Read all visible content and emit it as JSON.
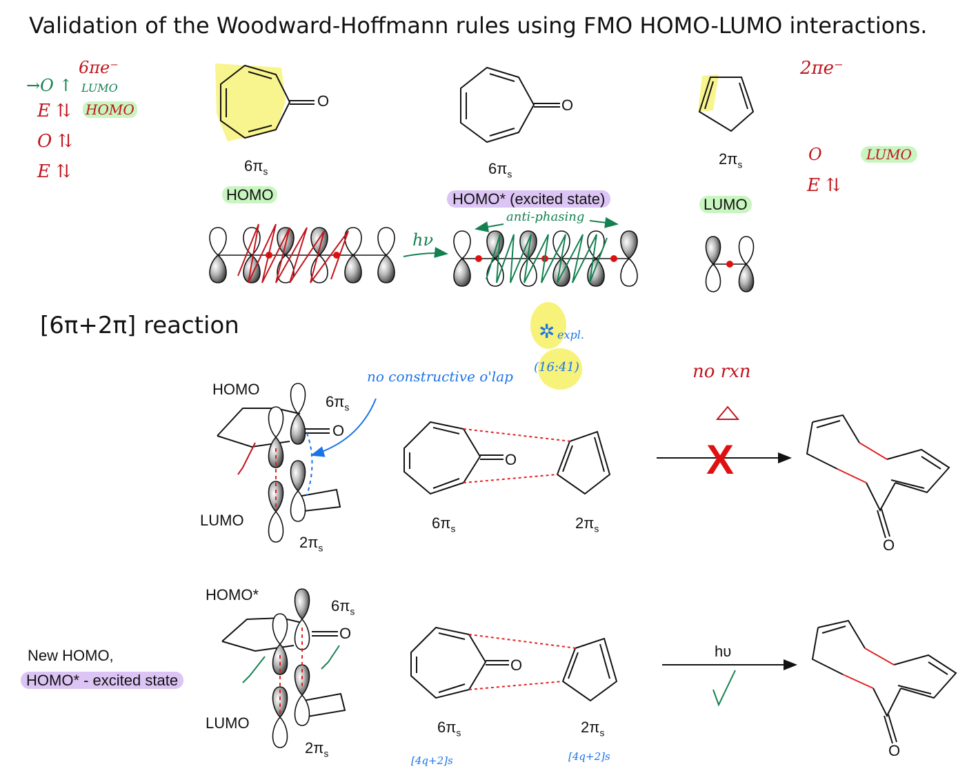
{
  "title": "Validation of the Woodward-Hoffmann rules using FMO HOMO-LUMO interactions.",
  "reaction_heading": "[6π+2π] reaction",
  "top_row": {
    "tropone_1_label": "6π",
    "tropone_1_sub": "s",
    "tropone_1_orbital": "HOMO",
    "tropone_2_label": "6π",
    "tropone_2_sub": "s",
    "tropone_2_orbital": "HOMO* (excited state)",
    "cp_label": "2π",
    "cp_sub": "s",
    "cp_orbital": "LUMO",
    "oxygen": "O"
  },
  "handwritten": {
    "six_pi_e": "6πe⁻",
    "lumo_green": "LUMO",
    "homo_red": "HOMO",
    "level_1": "→O ↑",
    "level_2": "E ⇅",
    "level_3": "O ⇅",
    "level_4": "E ⇅",
    "two_pi_e": "2πe⁻",
    "right_o": "O",
    "right_e": "E ⇅",
    "lumo_right": "LUMO",
    "hv_arrow": "hν",
    "anti_phasing": "anti-phasing",
    "expl": "expl.",
    "no_overlap": "no constructive o'lap",
    "timestamp": "(16:41)",
    "no_rxn": "no rxn",
    "heat": "Δ",
    "ws_left": "[4q+2]s",
    "ws_right": "[4q+2]s"
  },
  "thermal_row": {
    "homo": "HOMO",
    "lumo": "LUMO",
    "six_pi": "6π",
    "two_pi": "2π",
    "sub": "s",
    "oxygen": "O",
    "cross": "X"
  },
  "photo_row": {
    "homo_star": "HOMO*",
    "lumo": "LUMO",
    "six_pi": "6π",
    "two_pi": "2π",
    "sub": "s",
    "oxygen": "O",
    "hv": "hυ",
    "new_homo": "New HOMO,",
    "homo_star_excited": "HOMO* - excited state"
  },
  "colors": {
    "highlight_yellow": "#f7f27a",
    "highlight_green": "#c8f5c0",
    "highlight_purple": "#dcc4f4",
    "ink_red": "#c0141c",
    "ink_green": "#138050",
    "ink_blue": "#1a73e8",
    "bond_red": "#e02020"
  }
}
